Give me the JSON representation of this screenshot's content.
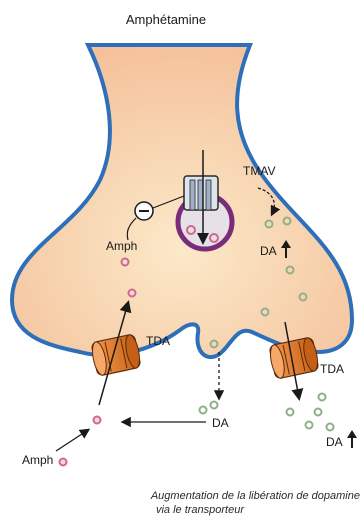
{
  "title": "Amphétamine",
  "labels": {
    "tmav": "TMAV",
    "amph_inside": "Amph",
    "amph_outside": "Amph",
    "da_vesicle": "DA",
    "tda_left": "TDA",
    "tda_right": "TDA",
    "da_cleft": "DA",
    "da_right": "DA"
  },
  "caption": {
    "line1": "Augmentation de la libération de dopamine",
    "line2": "via le transporteur"
  },
  "colors": {
    "terminal_fill": "#f6c4a2",
    "terminal_outline": "#2d6fb8",
    "amph_dot": "#d06a8a",
    "da_dot": "#8fb08a",
    "transporter": "#e07a2c",
    "vesicle_ring": "#7a2c7a"
  }
}
